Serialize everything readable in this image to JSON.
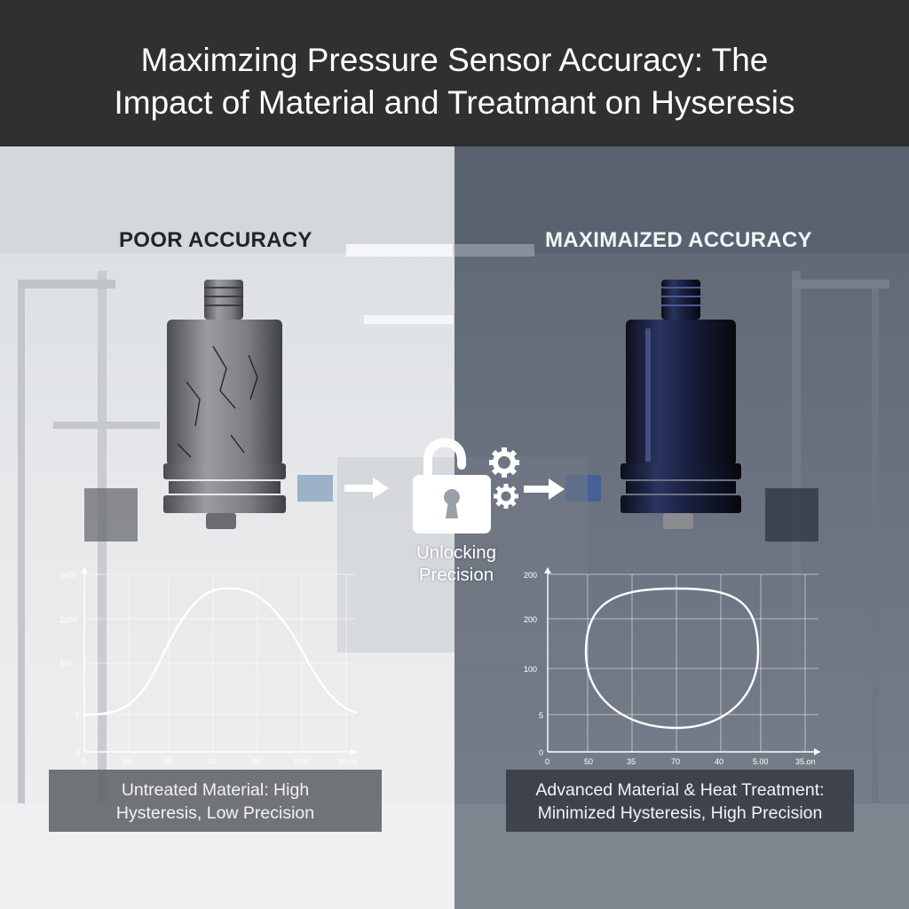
{
  "title": {
    "line1": "Maximzing Pressure Sensor Accuracy: The",
    "line2": "Impact of Material and Treatmant on Hyseresis"
  },
  "left_panel": {
    "heading": "POOR ACCURACY",
    "caption_line1": "Untreated Material: High",
    "caption_line2": "Hysteresis, Low Precision",
    "chart": {
      "y_ticks": [
        "2s00",
        "2s00",
        "100",
        "5",
        "0"
      ],
      "x_ticks": [
        "0",
        "50",
        "35",
        "30",
        "30",
        "3.00",
        "35.on"
      ]
    }
  },
  "right_panel": {
    "heading": "MAXIMAIZED ACCURACY",
    "caption_line1": "Advanced Material & Heat Treatment:",
    "caption_line2": "Minimized Hysteresis, High Precision",
    "chart": {
      "y_ticks": [
        "200",
        "200",
        "100",
        "5",
        "0"
      ],
      "x_ticks": [
        "0",
        "50",
        "35",
        "70",
        "40",
        "5.00",
        "35.on"
      ]
    }
  },
  "center": {
    "label_line1": "Unlocking",
    "label_line2": "Precision",
    "icons": [
      "arrow-right-icon",
      "lock-open-icon",
      "gear-icon",
      "gear-icon",
      "arrow-right-icon"
    ]
  },
  "colors": {
    "title_bar": "#2f3032",
    "left_panel": "#e3e6e8",
    "right_panel": "#687080",
    "sensor_raw": "#7a7c7f",
    "sensor_treated": "#1b2036"
  }
}
